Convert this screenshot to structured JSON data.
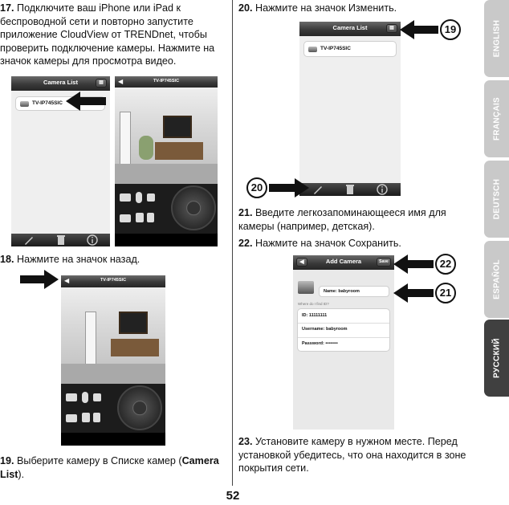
{
  "steps": {
    "s17": {
      "num": "17.",
      "text": "Подключите ваш iPhone или iPad к беспроводной сети и повторно запустите приложение CloudView от TRENDnet, чтобы проверить подключение камеры. Нажмите на значок камеры для просмотра видео."
    },
    "s18": {
      "num": "18.",
      "text": "Нажмите на значок назад."
    },
    "s19": {
      "num": "19.",
      "text_before": "Выберите камеру в Списке камер (",
      "bold": "Camera List",
      "text_after": ")."
    },
    "s20": {
      "num": "20.",
      "text": "Нажмите на значок Изменить."
    },
    "s21": {
      "num": "21.",
      "text": "Введите легкозапоминающееся имя для камеры (например, детская)."
    },
    "s22": {
      "num": "22.",
      "text": "Нажмите на значок Сохранить."
    },
    "s23": {
      "num": "23.",
      "text": "Установите камеру в нужном месте. Перед установкой убедитесь, что она находится в зоне покрытия сети."
    }
  },
  "screens": {
    "camera_list_title": "Camera List",
    "camera_name": "TV-IP745SIC",
    "live_title": "TV-IP745SIC",
    "add_camera_title": "Add Camera",
    "add_camera_save": "Save",
    "name_field": "Name: babyroom",
    "section_header": "Where do I find ID?",
    "id_field": "ID: 11111111",
    "username_field": "Username: babyroom",
    "password_field": "Password: ••••••••"
  },
  "callouts": {
    "c19": "19",
    "c20": "20",
    "c21": "21",
    "c22": "22"
  },
  "tabs": [
    {
      "label": "ENGLISH",
      "active": false
    },
    {
      "label": "FRANÇAIS",
      "active": false
    },
    {
      "label": "DEUTSCH",
      "active": false
    },
    {
      "label": "ESPAÑOL",
      "active": false
    },
    {
      "label": "РУССКИЙ",
      "active": true
    }
  ],
  "page_number": "52",
  "colors": {
    "tab_inactive": "#c9c9c9",
    "tab_active": "#404040",
    "navbar": "#3a3a3a"
  }
}
